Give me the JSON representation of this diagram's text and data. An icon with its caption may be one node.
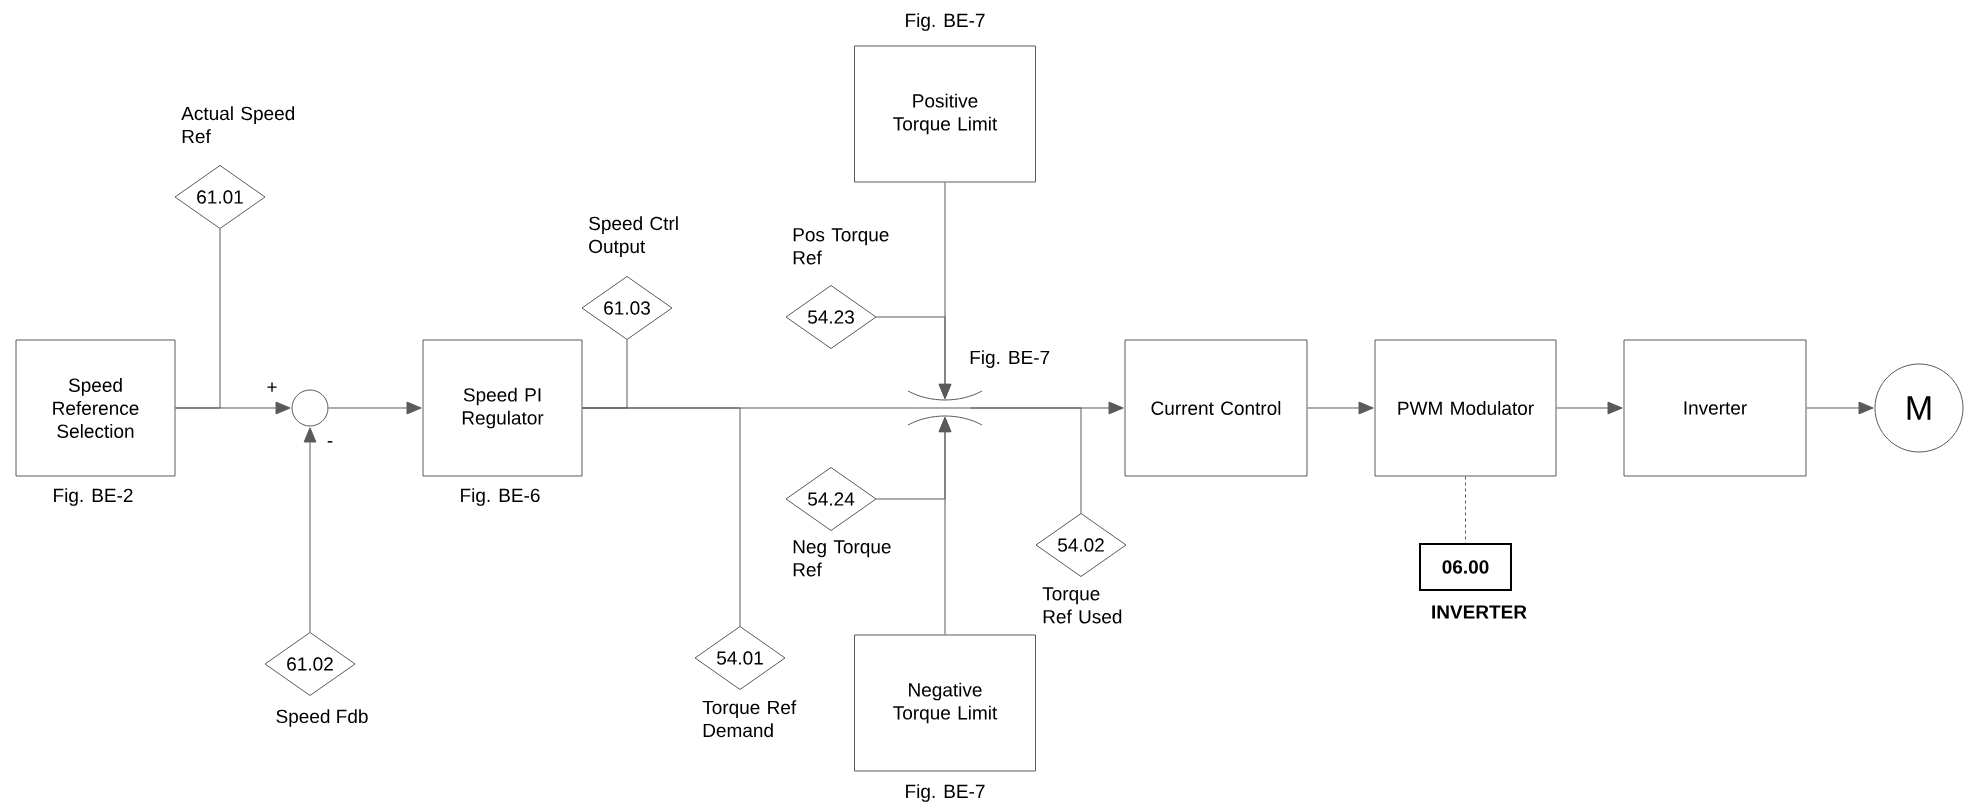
{
  "diagram": {
    "nodes": [
      {
        "text": [
          "Speed Reference Selection"
        ],
        "beside": [
          "Fig. BE-2"
        ]
      },
      {
        "text": [
          "61.01"
        ],
        "beside": [
          "Actual Speed Ref"
        ]
      },
      {
        "text": [],
        "shape": "circle"
      },
      {
        "text": [
          "61.02"
        ],
        "beside": [
          "Speed Fdb"
        ]
      },
      {
        "text": [
          "Speed PI Regulator"
        ],
        "beside": [
          "Fig. BE-6"
        ]
      },
      {
        "text": [
          "61.03"
        ],
        "beside": [
          "Speed Ctrl Output"
        ]
      },
      {
        "text": [
          "Positive Torque Limit"
        ],
        "beside": [
          "Fig. BE-7"
        ]
      },
      {
        "text": [
          "54.23"
        ],
        "beside": [
          "Pos Torque Ref"
        ]
      },
      {
        "text": [
          "54.01"
        ],
        "beside": [
          "Torque Ref Demand"
        ]
      },
      {
        "text": [
          "54.24"
        ],
        "beside": [
          "Neg Torque Ref"
        ]
      },
      {
        "text": [
          "Negative Torque Limit"
        ],
        "beside": [
          "Fig. BE-7"
        ]
      },
      {
        "text": [
          "54.02"
        ],
        "beside": [
          "Torque Ref Used"
        ]
      },
      {
        "text": [
          "Current Control"
        ]
      },
      {
        "text": [
          "PWM Modulator"
        ]
      },
      {
        "text": [
          "Inverter"
        ]
      },
      {
        "text": [
          "M"
        ]
      },
      {
        "text": [
          "06.00"
        ],
        "beside": [
          "INVERTER"
        ]
      },
      {
        "text": [],
        "shape": "limiter",
        "beside": [
          "Fig. BE-7"
        ]
      }
    ],
    "edges": [
      {
        "from": 0,
        "to": 2,
        "arrow": "to"
      },
      {
        "from": 0,
        "to": 1,
        "arrow": "none"
      },
      {
        "from": 3,
        "to": 2,
        "arrow": "to"
      },
      {
        "from": 2,
        "to": 4,
        "arrow": "to"
      },
      {
        "from": 4,
        "to": 17,
        "arrow": "none"
      },
      {
        "from": 4,
        "to": 5,
        "arrow": "none"
      },
      {
        "from": 4,
        "to": 8,
        "arrow": "none"
      },
      {
        "from": 6,
        "to": 17,
        "arrow": "to"
      },
      {
        "from": 7,
        "to": 17,
        "arrow": "to"
      },
      {
        "from": 10,
        "to": 17,
        "arrow": "to"
      },
      {
        "from": 9,
        "to": 17,
        "arrow": "to"
      },
      {
        "from": 17,
        "to": 12,
        "arrow": "to"
      },
      {
        "from": 17,
        "to": 11,
        "arrow": "none"
      },
      {
        "from": 12,
        "to": 13,
        "arrow": "to"
      },
      {
        "from": 13,
        "to": 14,
        "arrow": "to"
      },
      {
        "from": 14,
        "to": 15,
        "arrow": "to"
      },
      {
        "from": 13,
        "to": 16,
        "arrow": "none",
        "style": "dashed"
      }
    ],
    "labels": [
      "+",
      "-"
    ]
  }
}
